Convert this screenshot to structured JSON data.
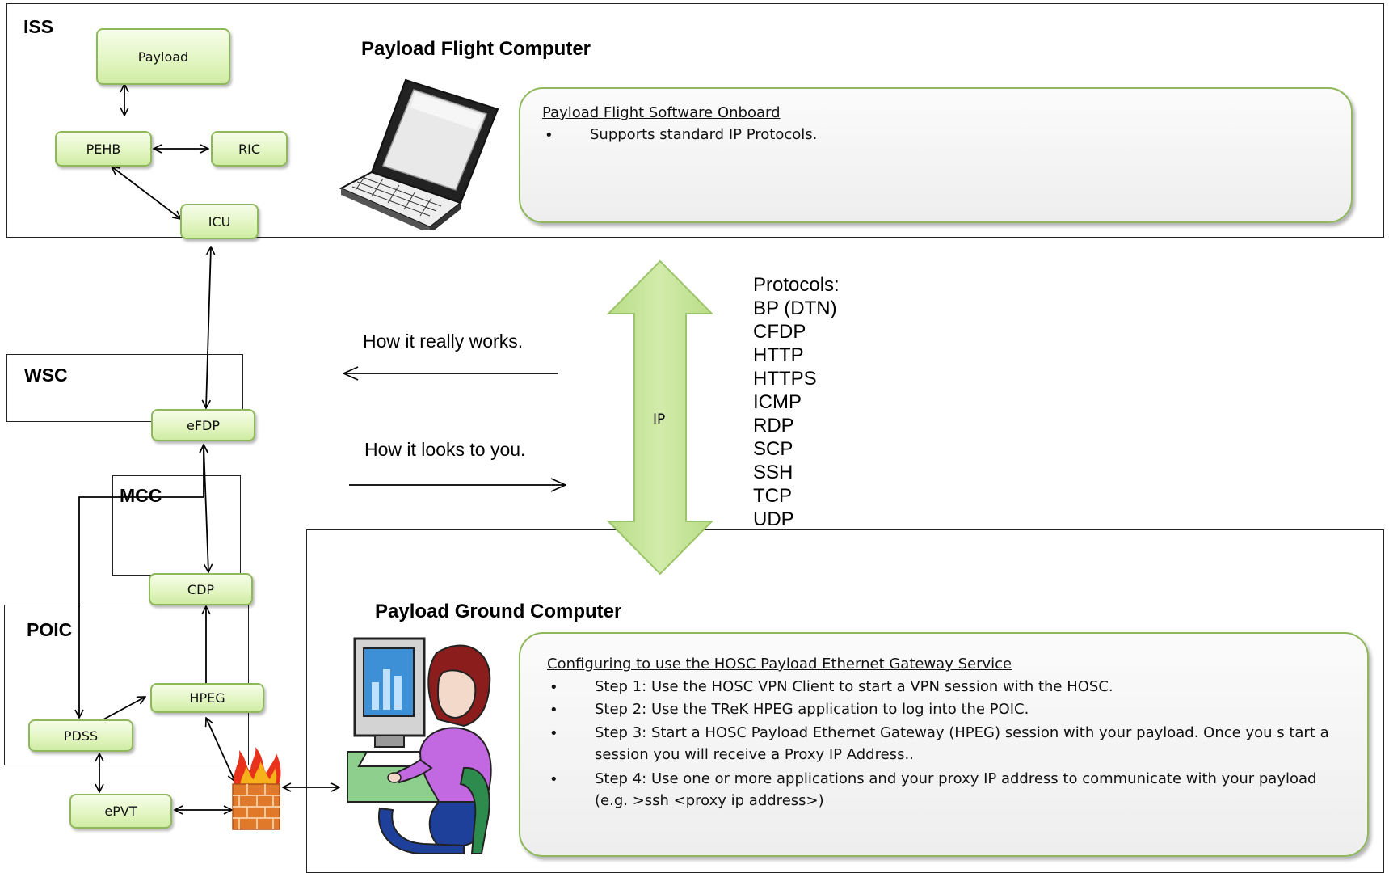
{
  "regions": {
    "iss": "ISS",
    "wsc": "WSC",
    "mcc": "MCC",
    "poic": "POIC"
  },
  "nodes": {
    "payload": "Payload",
    "pehb": "PEHB",
    "ric": "RIC",
    "icu": "ICU",
    "efdp": "eFDP",
    "cdp": "CDP",
    "hpeg": "HPEG",
    "pdss": "PDSS",
    "epvt": "ePVT"
  },
  "flight": {
    "title": "Payload Flight Computer",
    "panel_heading": "Payload Flight Software Onboard",
    "bullets": [
      "Supports  standard IP Protocols."
    ]
  },
  "ground": {
    "title": "Payload Ground Computer",
    "panel_heading": "Configuring to use the HOSC Payload Ethernet Gateway Service",
    "bullets": [
      "Step 1:  Use  the HOSC VPN Client to start a VPN session with the HOSC.",
      "Step 2:  Use the TReK HPEG application  to log into the POIC.",
      "Step 3:  Start a HOSC Payload Ethernet Gateway (HPEG) session with your payload.   Once you s tart a session you will receive  a Proxy IP Address..",
      "Step 4:  Use  one or more applications  and your proxy IP address to communicate with your payload (e.g. >ssh <proxy ip address>)"
    ]
  },
  "bullet_symbol": "•",
  "arrows": {
    "really_works": "How it really works.",
    "looks_to_you": "How it looks to you.",
    "ip_label": "IP"
  },
  "protocols": {
    "heading": "Protocols:",
    "items": [
      "BP (DTN)",
      "CFDP",
      "HTTP",
      "HTTPS",
      "ICMP",
      "RDP",
      "SCP",
      "SSH",
      "TCP",
      "UDP"
    ]
  },
  "icons": {
    "laptop": "laptop-icon",
    "firewall": "firewall-icon",
    "user": "user-at-computer-icon",
    "ip_arrow": "double-arrow-icon"
  },
  "colors": {
    "node_border": "#8fb85c",
    "ip_arrow_fill": "#c7e59a",
    "ip_arrow_stroke": "#9cc46b"
  }
}
